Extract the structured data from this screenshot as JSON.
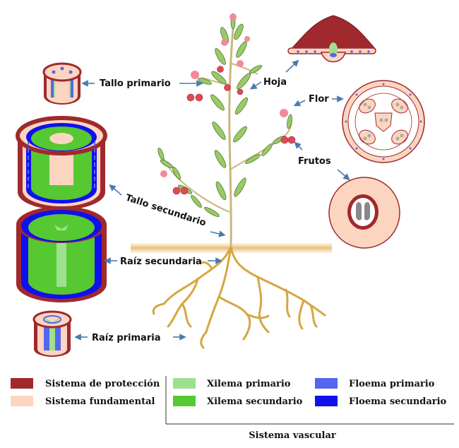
{
  "labels": {
    "tallo_primario": "Tallo primario",
    "hoja": "Hoja",
    "flor": "Flor",
    "frutos": "Frutos",
    "tallo_secundario": "Tallo secundario",
    "raiz_secundaria": "Raíz secundaria",
    "raiz_primaria": "Raíz primaria"
  },
  "legend": {
    "proteccion": "Sistema de protección",
    "fundamental": "Sistema fundamental",
    "xilema_primario": "Xilema primario",
    "xilema_secundario": "Xilema secundario",
    "floema_primario": "Floema primario",
    "floema_secundario": "Floema secundario",
    "vascular_title": "Sistema vascular"
  },
  "colors": {
    "proteccion": "#a0292d",
    "fundamental": "#fcd5c0",
    "xilema_primario": "#9ee08f",
    "xilema_secundario": "#56c832",
    "floema_primario": "#5566ee",
    "floema_secundario": "#1010ee",
    "root": "#d6a640",
    "leaf": "#9bc96a",
    "arrow": "#4a7bb0"
  }
}
